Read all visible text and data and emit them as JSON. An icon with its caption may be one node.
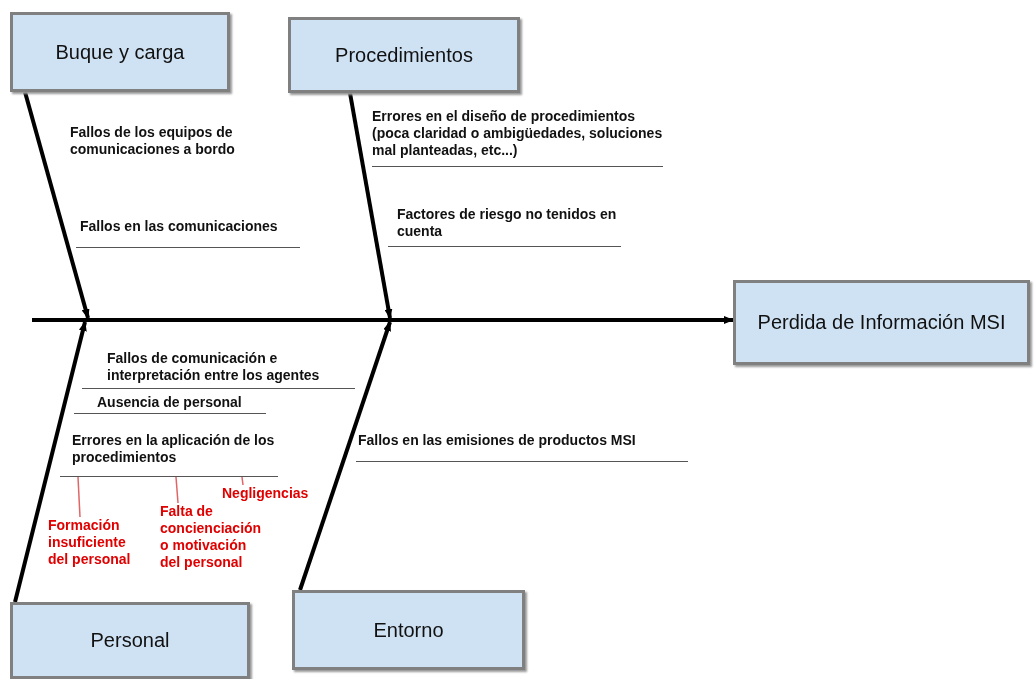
{
  "diagram": {
    "nodes": [
      {
        "text": [
          "Buque y carga"
        ]
      },
      {
        "text": [
          "Procedimientos"
        ]
      },
      {
        "text": [
          "Fallos de los equipos de comunicaciones a bordo"
        ]
      },
      {
        "text": [
          "Errores en el diseño de procedimientos (poca claridad o ambigüedades, soluciones mal planteadas, etc...)"
        ]
      },
      {
        "text": [
          "Fallos en las comunicaciones"
        ]
      },
      {
        "text": [
          "Factores de riesgo no tenidos en cuenta"
        ]
      },
      {
        "text": [
          "Perdida de Información MSI"
        ]
      },
      {
        "text": [
          "Fallos de comunicación e interpretación entre los agentes"
        ]
      },
      {
        "text": [
          "Ausencia de personal"
        ]
      },
      {
        "text": [
          "Errores en la aplicación de los procedimientos"
        ]
      },
      {
        "text": [
          "Fallos en las emisiones de productos MSI"
        ]
      },
      {
        "text": [
          "Negligencias"
        ]
      },
      {
        "text": [
          "Falta de concienciación o motivación del personal"
        ]
      },
      {
        "text": [
          "Formación insuficiente del personal"
        ]
      },
      {
        "text": [
          "Entorno"
        ]
      },
      {
        "text": [
          "Personal"
        ]
      },
      {
        "text": [],
        "shape": "bar"
      }
    ],
    "edges": [
      {
        "from": 16,
        "to": 6,
        "arrow": "to"
      },
      {
        "from": 0,
        "to": 16,
        "arrow": "to"
      },
      {
        "from": 1,
        "to": 16,
        "arrow": "to"
      },
      {
        "from": 15,
        "to": 16,
        "arrow": "to"
      },
      {
        "from": 14,
        "to": 16,
        "arrow": "to"
      },
      {
        "from": 13,
        "to": 9,
        "arrow": "none",
        "color": "#e06666"
      },
      {
        "from": 12,
        "to": 9,
        "arrow": "none",
        "color": "#e06666"
      },
      {
        "from": 11,
        "to": 9,
        "arrow": "none",
        "color": "#e06666"
      }
    ]
  }
}
